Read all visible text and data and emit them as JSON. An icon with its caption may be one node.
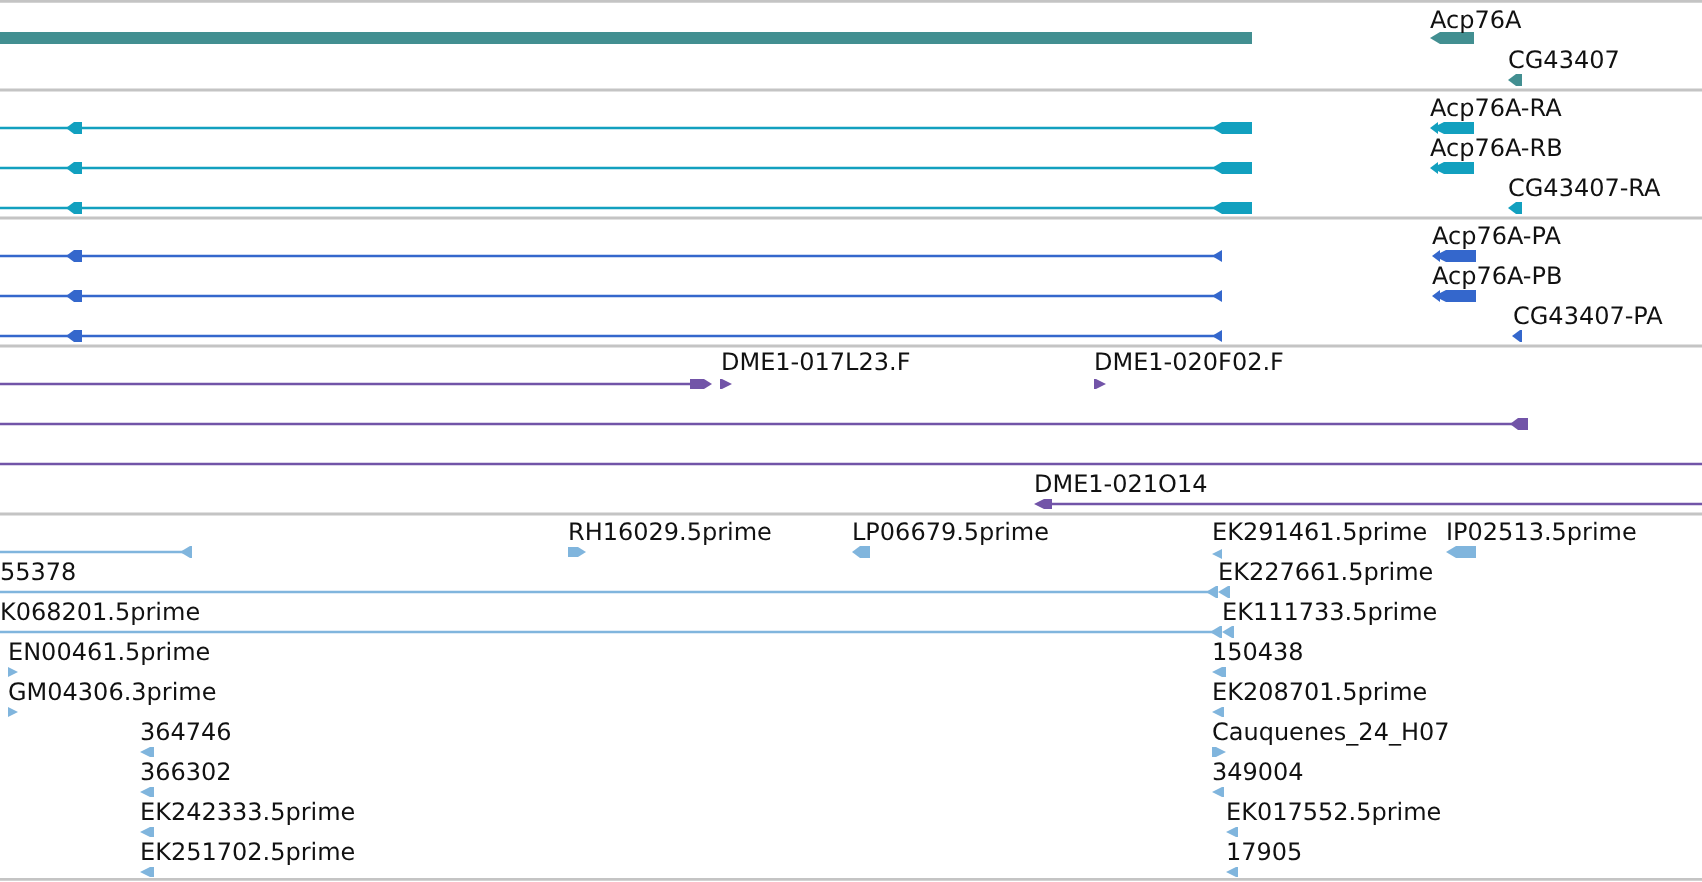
{
  "diagram": {
    "labels": [
      "Acp76A",
      "CG43407",
      "Acp76A-RA",
      "Acp76A-RB",
      "CG43407-RA",
      "Acp76A-PA",
      "Acp76A-PB",
      "CG43407-PA",
      "DME1-017L23.F",
      "DME1-020F02.F",
      "DME1-021O14",
      "RH16029.5prime",
      "LP06679.5prime",
      "EK291461.5prime",
      "IP02513.5prime",
      "55378",
      "EK227661.5prime",
      "K068201.5prime",
      "EK111733.5prime",
      "EN00461.5prime",
      "150438",
      "GM04306.3prime",
      "EK208701.5prime",
      "364746",
      "Cauquenes_24_H07",
      "366302",
      "349004",
      "EK242333.5prime",
      "EK017552.5prime",
      "EK251702.5prime",
      "17905"
    ]
  }
}
